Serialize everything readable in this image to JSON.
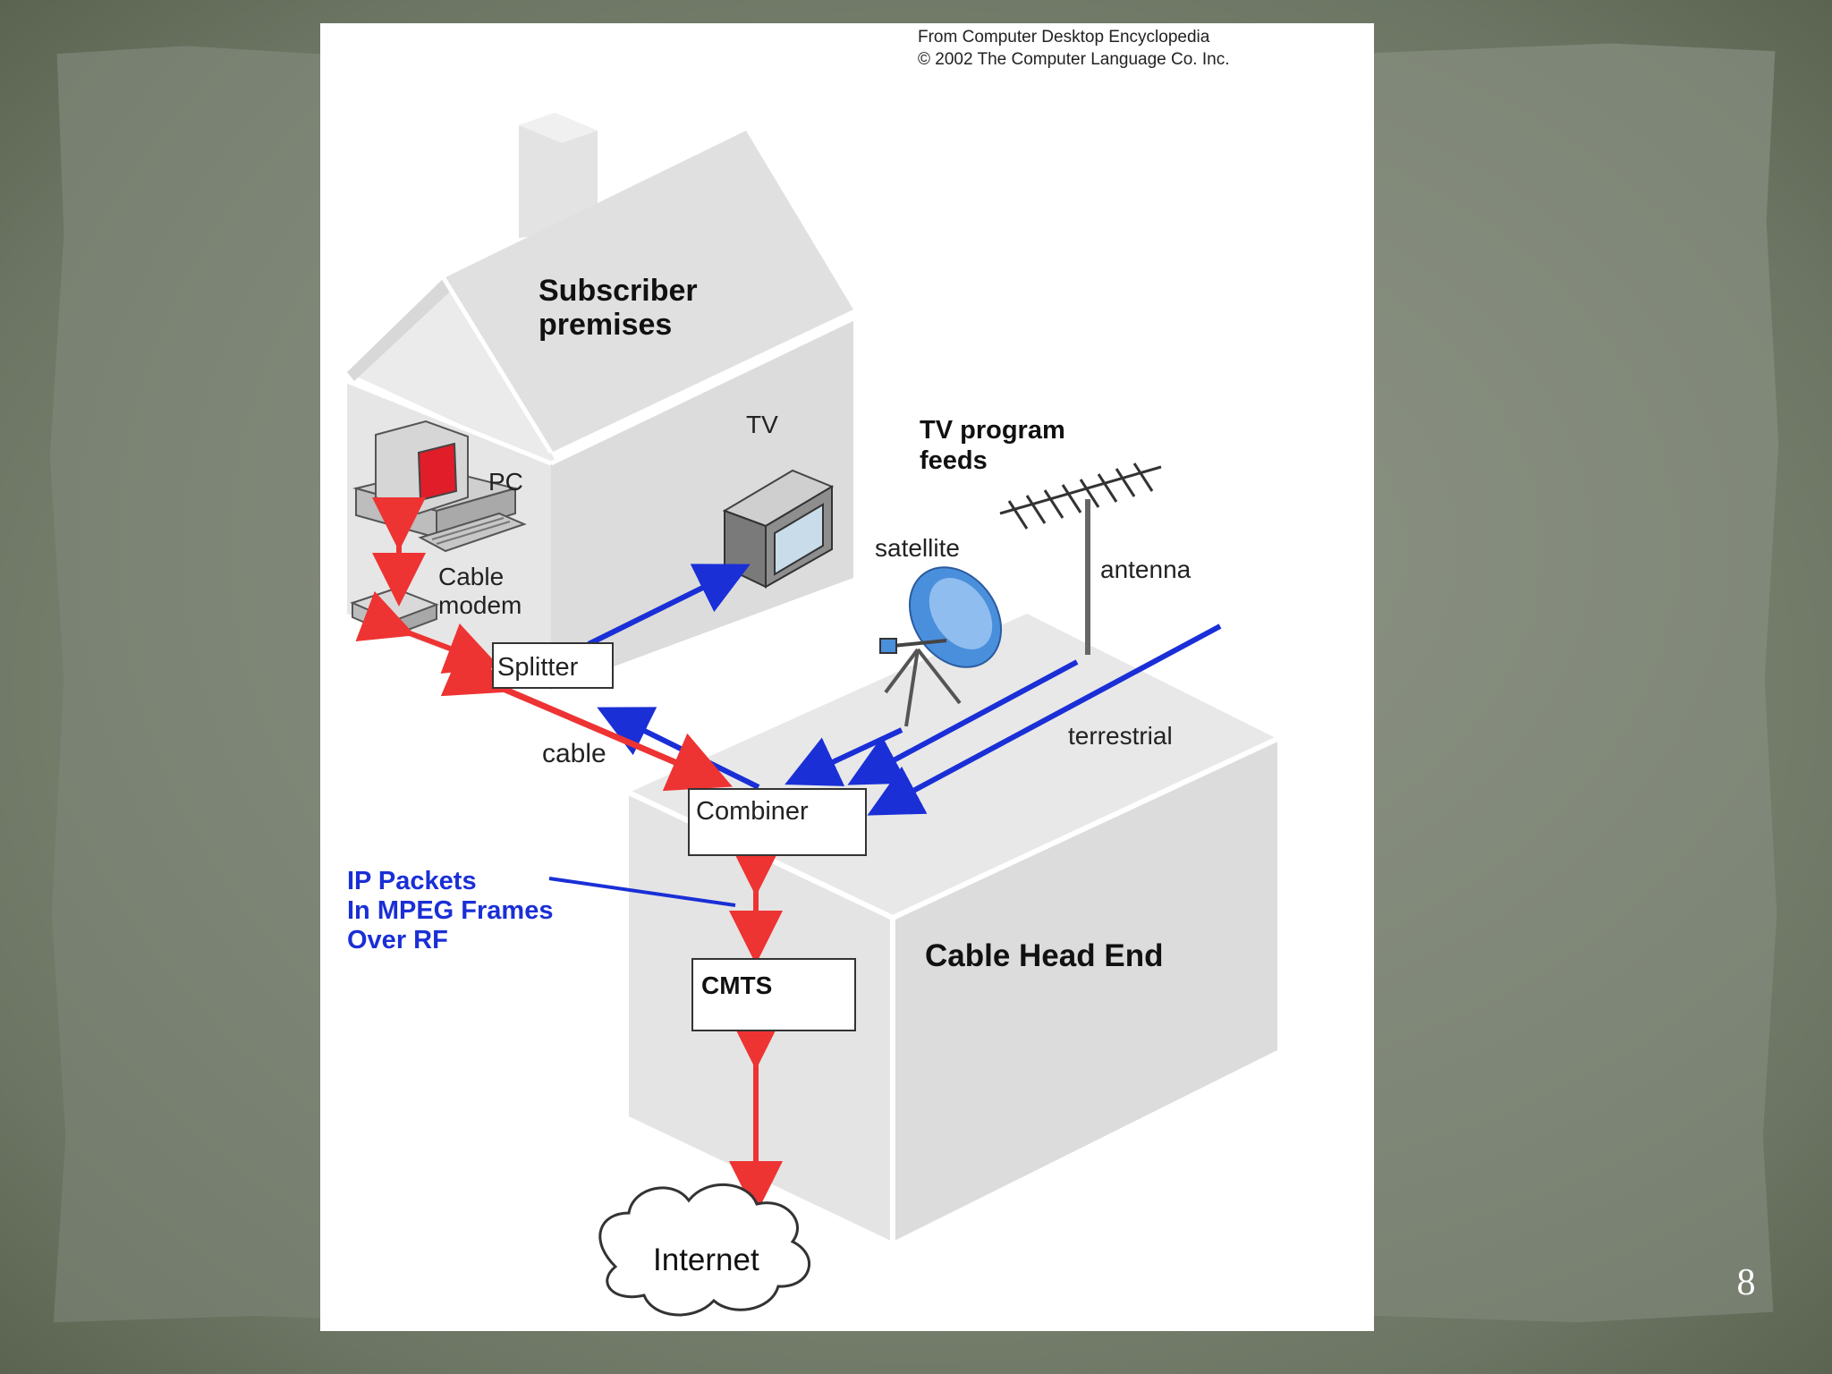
{
  "slide": {
    "page_number": "8"
  },
  "diagram": {
    "credit_line1": "From Computer Desktop Encyclopedia",
    "credit_line2": "© 2002 The Computer Language Co. Inc.",
    "subscriber_line1": "Subscriber",
    "subscriber_line2": "premises",
    "tv_label": "TV",
    "pc_label": "PC",
    "modem_line1": "Cable",
    "modem_line2": "modem",
    "splitter_label": "Splitter",
    "cable_label": "cable",
    "feeds_line1": "TV program",
    "feeds_line2": "feeds",
    "satellite_label": "satellite",
    "antenna_label": "antenna",
    "terrestrial_label": "terrestrial",
    "combiner_label": "Combiner",
    "ip_line1": "IP Packets",
    "ip_line2": "In MPEG Frames",
    "ip_line3": "Over RF",
    "cmts_label": "CMTS",
    "headend_label": "Cable Head End",
    "internet_label": "Internet"
  },
  "colors": {
    "data_path": "#ee3333",
    "video_path": "#1a2fd6",
    "building": "#e6e6e6"
  }
}
